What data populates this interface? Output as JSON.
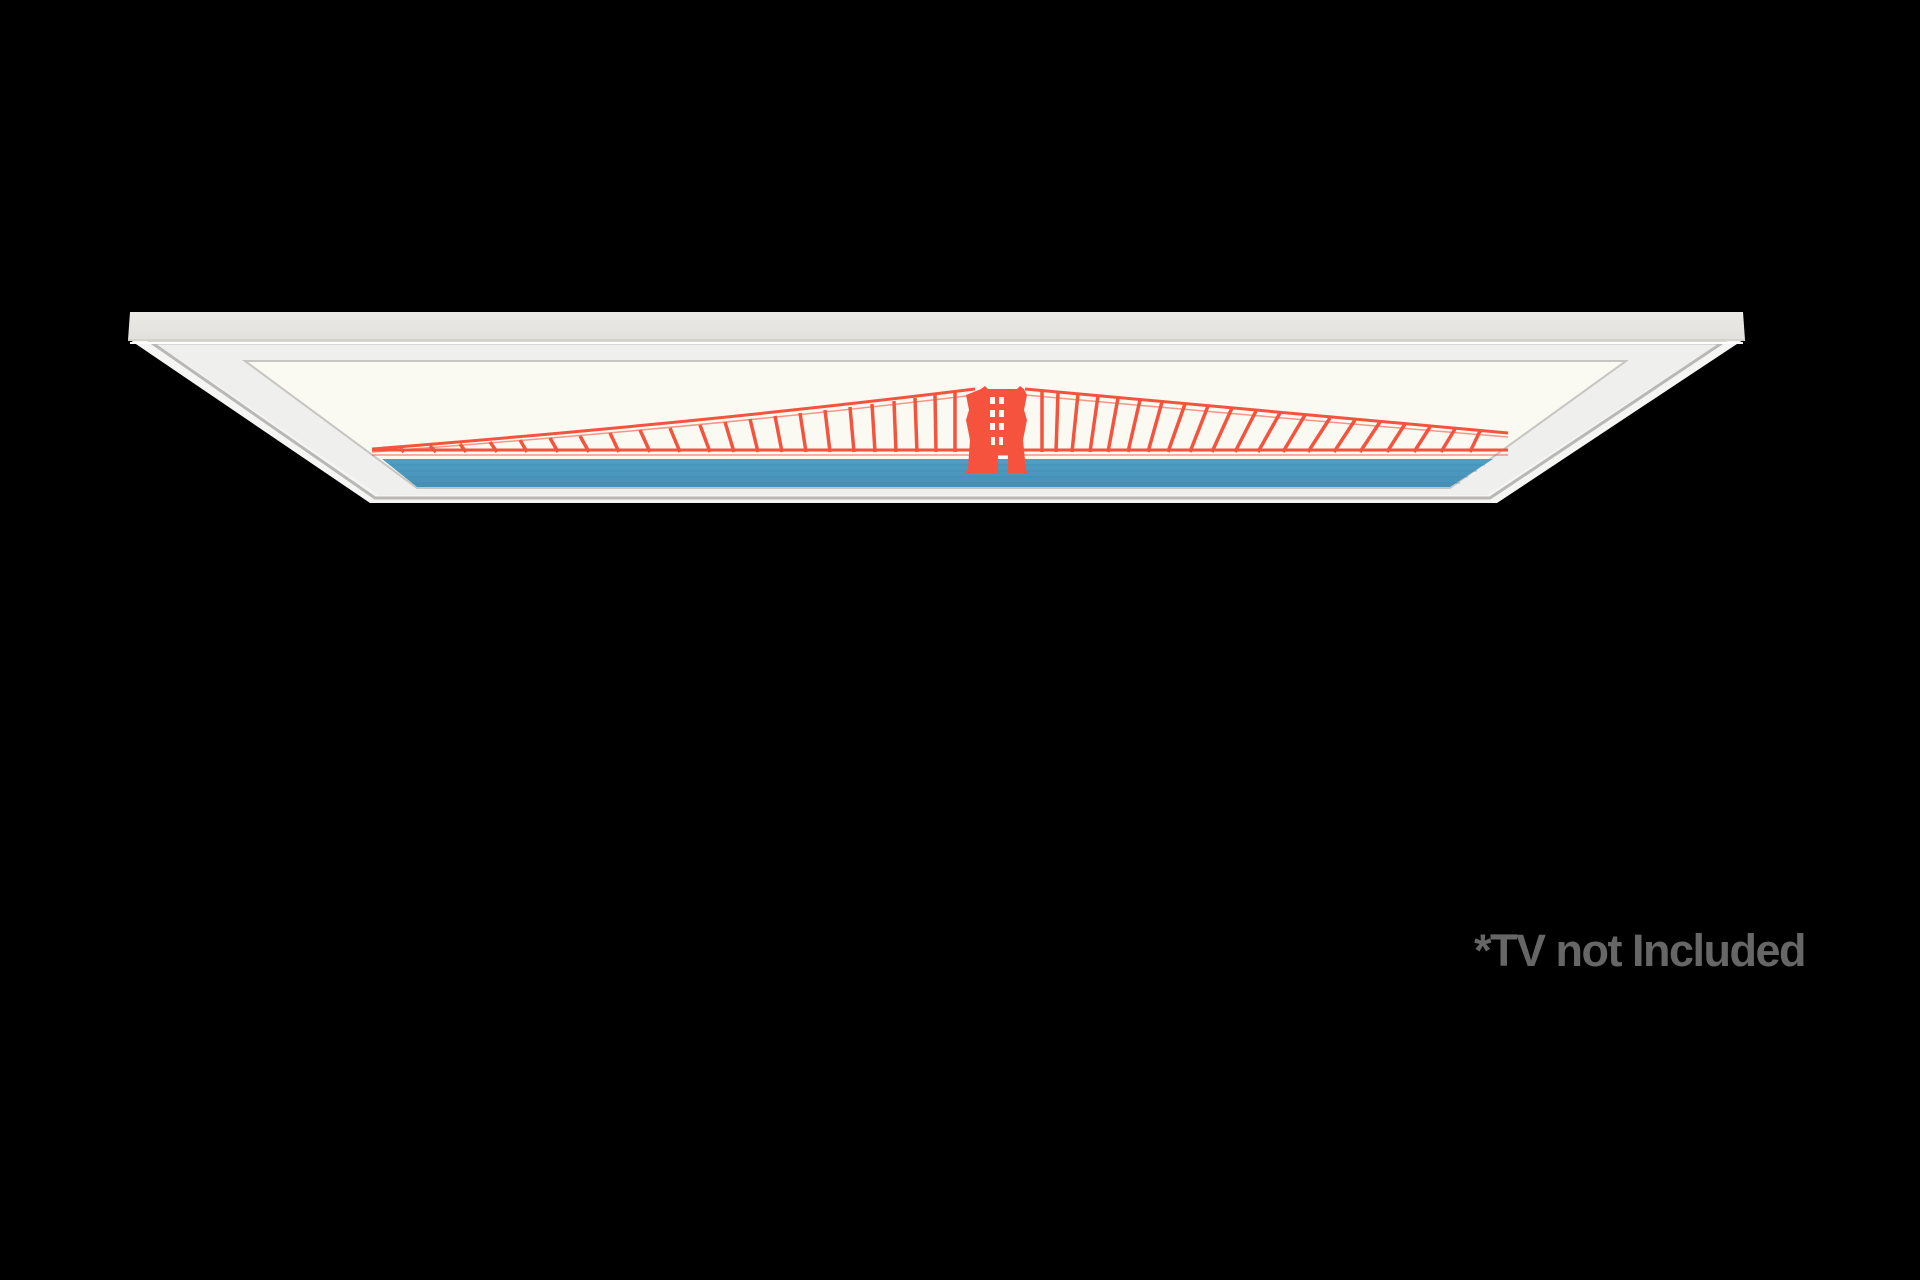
{
  "scene": {
    "background": "#000000",
    "subject": "white bezel frame with artwork, viewed from below",
    "artwork": {
      "description": "red suspension bridge tower over blue water",
      "colors": {
        "bridge_red": "#f5533d",
        "water_blue": "#4a9bc0",
        "paper": "#fbfaf2",
        "frame_white": "#f2f2ef",
        "frame_top": "#e6e5e0"
      }
    }
  },
  "disclaimer": {
    "text": "*TV not Included",
    "color": "#666666"
  }
}
